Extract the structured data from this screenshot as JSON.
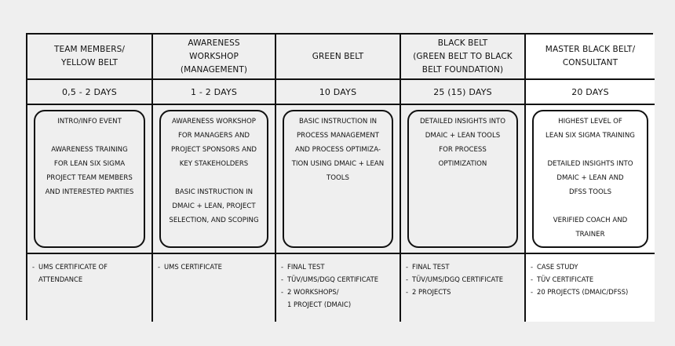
{
  "columns": [
    {
      "title": "TEAM MEMBERS/\nYELLOW BELT",
      "days": "0,5 - 2 DAYS",
      "description": [
        "INTRO/INFO EVENT",
        "",
        "AWARENESS TRAINING",
        "FOR LEAN SIX SIGMA",
        "PROJECT TEAM MEMBERS",
        "AND INTERESTED PARTIES"
      ],
      "requirements": [
        "UMS CERTIFICATE OF\nATTENDANCE"
      ]
    },
    {
      "title": "AWARENESS\nWORKSHOP\n(MANAGEMENT)",
      "days": "1 - 2 DAYS",
      "description": [
        "AWARENESS WORKSHOP",
        "FOR MANAGERS AND",
        "PROJECT SPONSORS AND",
        "KEY STAKEHOLDERS",
        "",
        "BASIC INSTRUCTION IN",
        "DMAIC + LEAN, PROJECT",
        "SELECTION, AND SCOPING"
      ],
      "requirements": [
        "UMS CERTIFICATE"
      ]
    },
    {
      "title": "GREEN BELT",
      "days": "10 DAYS",
      "description": [
        "BASIC INSTRUCTION IN",
        "PROCESS MANAGEMENT",
        "AND PROCESS OPTIMIZA-",
        "TION USING DMAIC + LEAN",
        "TOOLS"
      ],
      "requirements": [
        "FINAL TEST",
        "TÜV/UMS/DGQ CERTIFICATE",
        "2 WORKSHOPS/\n1 PROJECT (DMAIC)"
      ]
    },
    {
      "title": "BLACK BELT\n(GREEN BELT TO BLACK\nBELT FOUNDATION)",
      "days": "25 (15) DAYS",
      "description": [
        "DETAILED INSIGHTS INTO",
        "DMAIC + LEAN TOOLS",
        "FOR PROCESS",
        "OPTIMIZATION"
      ],
      "requirements": [
        "FINAL TEST",
        "TÜV/UMS/DGQ CERTIFICATE",
        "2 PROJECTS"
      ]
    },
    {
      "title": "MASTER BLACK BELT/\nCONSULTANT",
      "days": "20 DAYS",
      "description": [
        "HIGHEST LEVEL OF",
        "LEAN SIX SIGMA TRAINING",
        "",
        "DETAILED INSIGHTS INTO",
        "DMAIC + LEAN AND",
        "DFSS TOOLS",
        "",
        "VERIFIED COACH AND",
        "TRAINER"
      ],
      "requirements": [
        "CASE STUDY",
        "TÜV CERTIFICATE",
        "20 PROJECTS (DMAIC/DFSS)"
      ]
    }
  ]
}
